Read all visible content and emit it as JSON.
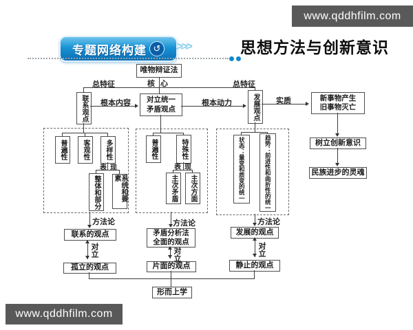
{
  "watermark": {
    "url": "www.qddhfilm.com"
  },
  "header": {
    "badge_label": "专题网络构建",
    "badge_icon_glyph": "↺",
    "chevrons": ">>>",
    "title": "思想方法与创新意识"
  },
  "colors": {
    "accent_blue": "#1289cc",
    "light_blue": "#8fd0ef",
    "watermark_gray": "#595959",
    "line_color": "#3a3a3a"
  },
  "diagram": {
    "nodes": {
      "root": "唯物辩证法",
      "lianxi_guandian": "联系观点",
      "duili_tongyi_line1": "对立统一",
      "duili_tongyi_line2": "矛盾观点",
      "fazhan_guandian": "发展观点",
      "xin_shiwu_line1": "新事物产生",
      "xin_shiwu_line2": "旧事物灭亡",
      "shuli_chuangxin": "树立创新意识",
      "minzu_jinbu": "民族进步的灵魂",
      "pubianxing_left": "普遍性",
      "keguanxing": "客观性",
      "duoyangxing": "多样性",
      "zhengti_bufen": "整体和部分",
      "xitong_yaosu": "系统和要素",
      "pubianxing_mid": "普遍性",
      "teshuxing": "特殊性",
      "zhuci_maodun": "主次矛盾",
      "zhuci_fangmian": "主次方面",
      "zhuangtai": "状态：量变和质变的统一",
      "qushi": "趋势：前进性和曲折性的统一",
      "lianxi_de_guandian": "联系的观点",
      "maodun_fenxifa_line1": "矛盾分析法",
      "maodun_fenxifa_line2": "全面的观点",
      "fazhan_de_guandian": "发展的观点",
      "guli_de_guandian": "孤立的观点",
      "pianmian_de_guandian": "片面的观点",
      "jingzhi_de_guandian": "静止的观点",
      "xingershangxue": "形而上学"
    },
    "edge_labels": {
      "zong_tezheng_left": "总特征",
      "hexin": "核心",
      "zong_tezheng_right": "总特征",
      "genben_neirong": "根本内容",
      "genben_dongli": "根本动力",
      "shizhi": "实质",
      "biaoxian_left": "表现",
      "biaoxian_mid": "表现",
      "fangfalun_left": "方法论",
      "fangfalun_mid": "方法论",
      "fangfalun_right": "方法论",
      "duili_left": "对立",
      "duili_mid": "对立",
      "duili_right": "对立"
    }
  }
}
